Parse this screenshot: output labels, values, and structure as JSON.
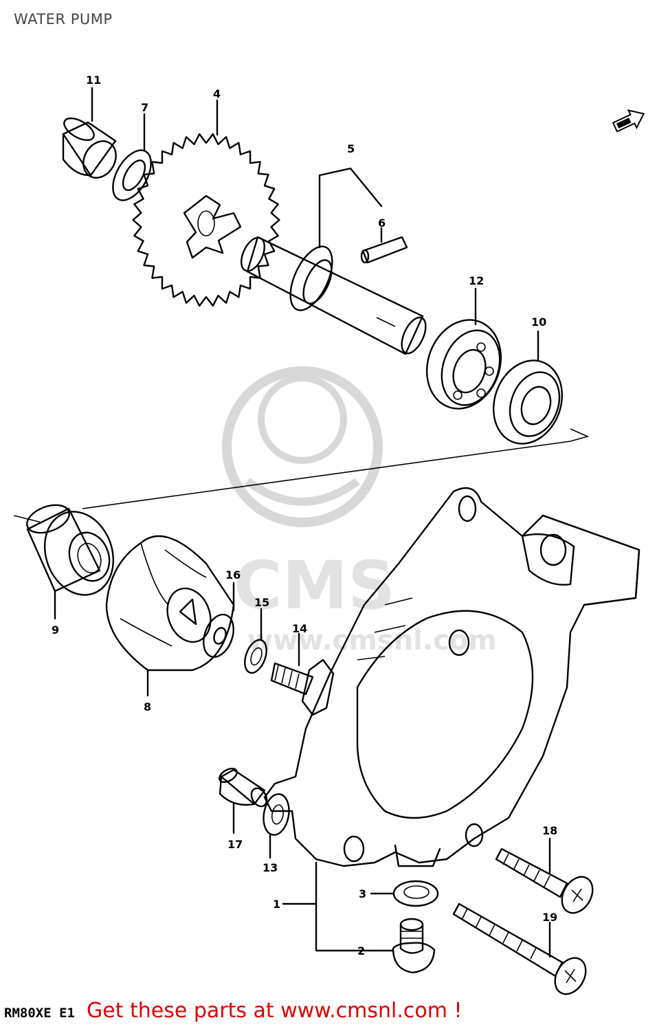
{
  "title": "WATER PUMP",
  "model_code": "RM80XE E1",
  "cta": "Get these parts at www.cmsnl.com !",
  "watermark": {
    "logo_text": "CMS",
    "url_text": "www.cmsnl.com"
  },
  "colors": {
    "cta": "#e00000",
    "lines": "#000000",
    "watermark": "#d8d8d8"
  },
  "callouts": {
    "p1": "1",
    "p2": "2",
    "p3": "3",
    "p4": "4",
    "p5": "5",
    "p6": "6",
    "p7": "7",
    "p8": "8",
    "p9": "9",
    "p10": "10",
    "p11": "11",
    "p12": "12",
    "p13": "13",
    "p14": "14",
    "p15": "15",
    "p16": "16",
    "p17": "17",
    "p18": "18",
    "p19": "19"
  },
  "icons": {
    "front_arrow": "front-arrow-icon"
  }
}
